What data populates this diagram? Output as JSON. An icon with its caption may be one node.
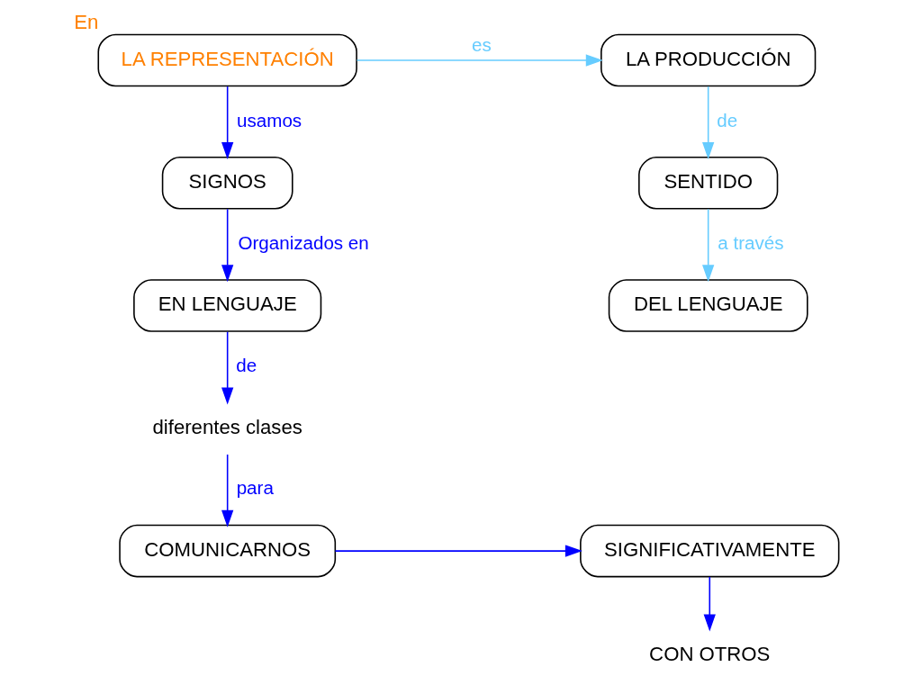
{
  "diagram": {
    "nodes": [
      {
        "text": [
          "LA REPRESENTACIÓN"
        ],
        "beside": [
          "En"
        ]
      },
      {
        "text": [
          "SIGNOS"
        ]
      },
      {
        "text": [
          "EN LENGUAJE"
        ]
      },
      {
        "text": [
          "diferentes clases"
        ]
      },
      {
        "text": [
          "COMUNICARNOS"
        ]
      },
      {
        "text": [
          "LA PRODUCCIÓN"
        ]
      },
      {
        "text": [
          "SENTIDO"
        ]
      },
      {
        "text": [
          "DEL LENGUAJE"
        ]
      },
      {
        "text": [
          "SIGNIFICATIVAMENTE"
        ]
      },
      {
        "text": [
          "CON OTROS"
        ]
      }
    ],
    "edges": [
      {
        "from": 0,
        "to": 1,
        "arrow": "to",
        "label": "usamos"
      },
      {
        "from": 1,
        "to": 2,
        "arrow": "to",
        "label": "Organizados en"
      },
      {
        "from": 2,
        "to": 3,
        "arrow": "to",
        "label": "de"
      },
      {
        "from": 3,
        "to": 4,
        "arrow": "to",
        "label": "para"
      },
      {
        "from": 4,
        "to": 8,
        "arrow": "to"
      },
      {
        "from": 8,
        "to": 9,
        "arrow": "to"
      },
      {
        "from": 0,
        "to": 5,
        "arrow": "to",
        "label": "es",
        "color": "#66ccff"
      },
      {
        "from": 5,
        "to": 6,
        "arrow": "to",
        "label": "de",
        "color": "#66ccff"
      },
      {
        "from": 6,
        "to": 7,
        "arrow": "to",
        "label": "a través",
        "color": "#66ccff"
      }
    ]
  }
}
